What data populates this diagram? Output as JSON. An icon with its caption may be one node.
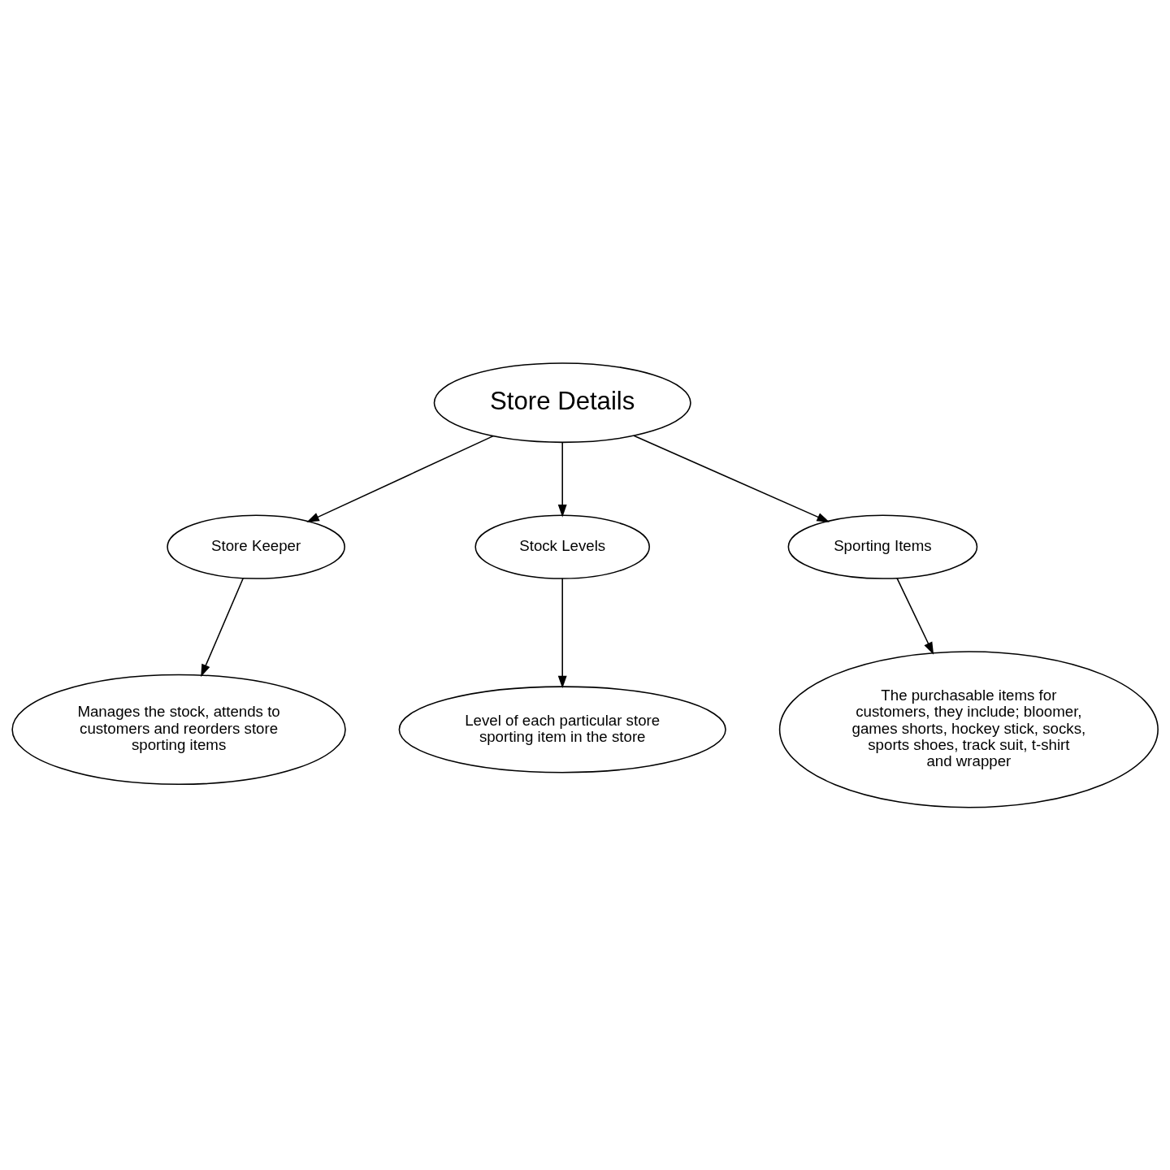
{
  "diagram": {
    "nodes": [
      {
        "text": [
          "Store Keeper"
        ]
      },
      {
        "text": [
          "Stock Levels"
        ]
      },
      {
        "text": [
          "Store Details"
        ]
      },
      {
        "text": [
          "Manages the stock, attends to customers and reorders store sporting items"
        ]
      },
      {
        "text": [
          "Level of each particular store sporting item in the store"
        ]
      },
      {
        "text": [
          "Sporting Items"
        ]
      },
      {
        "text": [
          "The purchasable items for customers, they include; bloomer, games shorts, hockey stick, socks, sports shoes, track suit, t-shirt and wrapper"
        ]
      }
    ],
    "edges": [
      {
        "from": 2,
        "to": 0,
        "arrow": "to"
      },
      {
        "from": 2,
        "to": 1,
        "arrow": "to"
      },
      {
        "from": 2,
        "to": 5,
        "arrow": "to"
      },
      {
        "from": 0,
        "to": 3,
        "arrow": "to"
      },
      {
        "from": 1,
        "to": 4,
        "arrow": "to"
      },
      {
        "from": 5,
        "to": 6,
        "arrow": "to"
      }
    ]
  }
}
